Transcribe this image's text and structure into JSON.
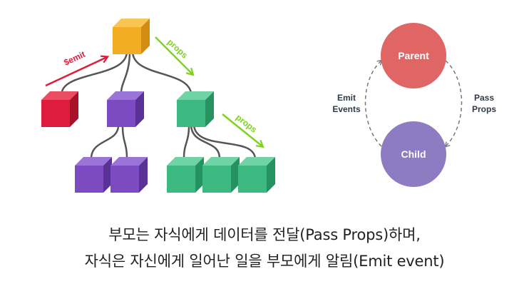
{
  "colors": {
    "orange": [
      "#f2ad22",
      "#f7c654",
      "#d38c12"
    ],
    "red": [
      "#e01c3c",
      "#ea4c63",
      "#a81229"
    ],
    "purple": [
      "#7c4bc2",
      "#9a74d6",
      "#5a3196"
    ],
    "green": [
      "#3cb981",
      "#6fd3a5",
      "#25925f"
    ],
    "emit_arrow": "#e01c3c",
    "props_arrow": "#7ed321",
    "tree_line": "#555555",
    "parent_circle": "#e06666",
    "child_circle": "#8e7cc3",
    "cycle_dash": "#777777"
  },
  "tree": {
    "emit_label": "$emit",
    "props_label_top": "props",
    "props_label_right": "props"
  },
  "cycle": {
    "parent_label": "Parent",
    "child_label": "Child",
    "left_label_line1": "Emit",
    "left_label_line2": "Events",
    "right_label_line1": "Pass",
    "right_label_line2": "Props"
  },
  "caption": {
    "line1": "부모는 자식에게 데이터를 전달(Pass Props)하며,",
    "line2": "자식은 자신에게 일어난 일을 부모에게 알림(Emit event)"
  }
}
